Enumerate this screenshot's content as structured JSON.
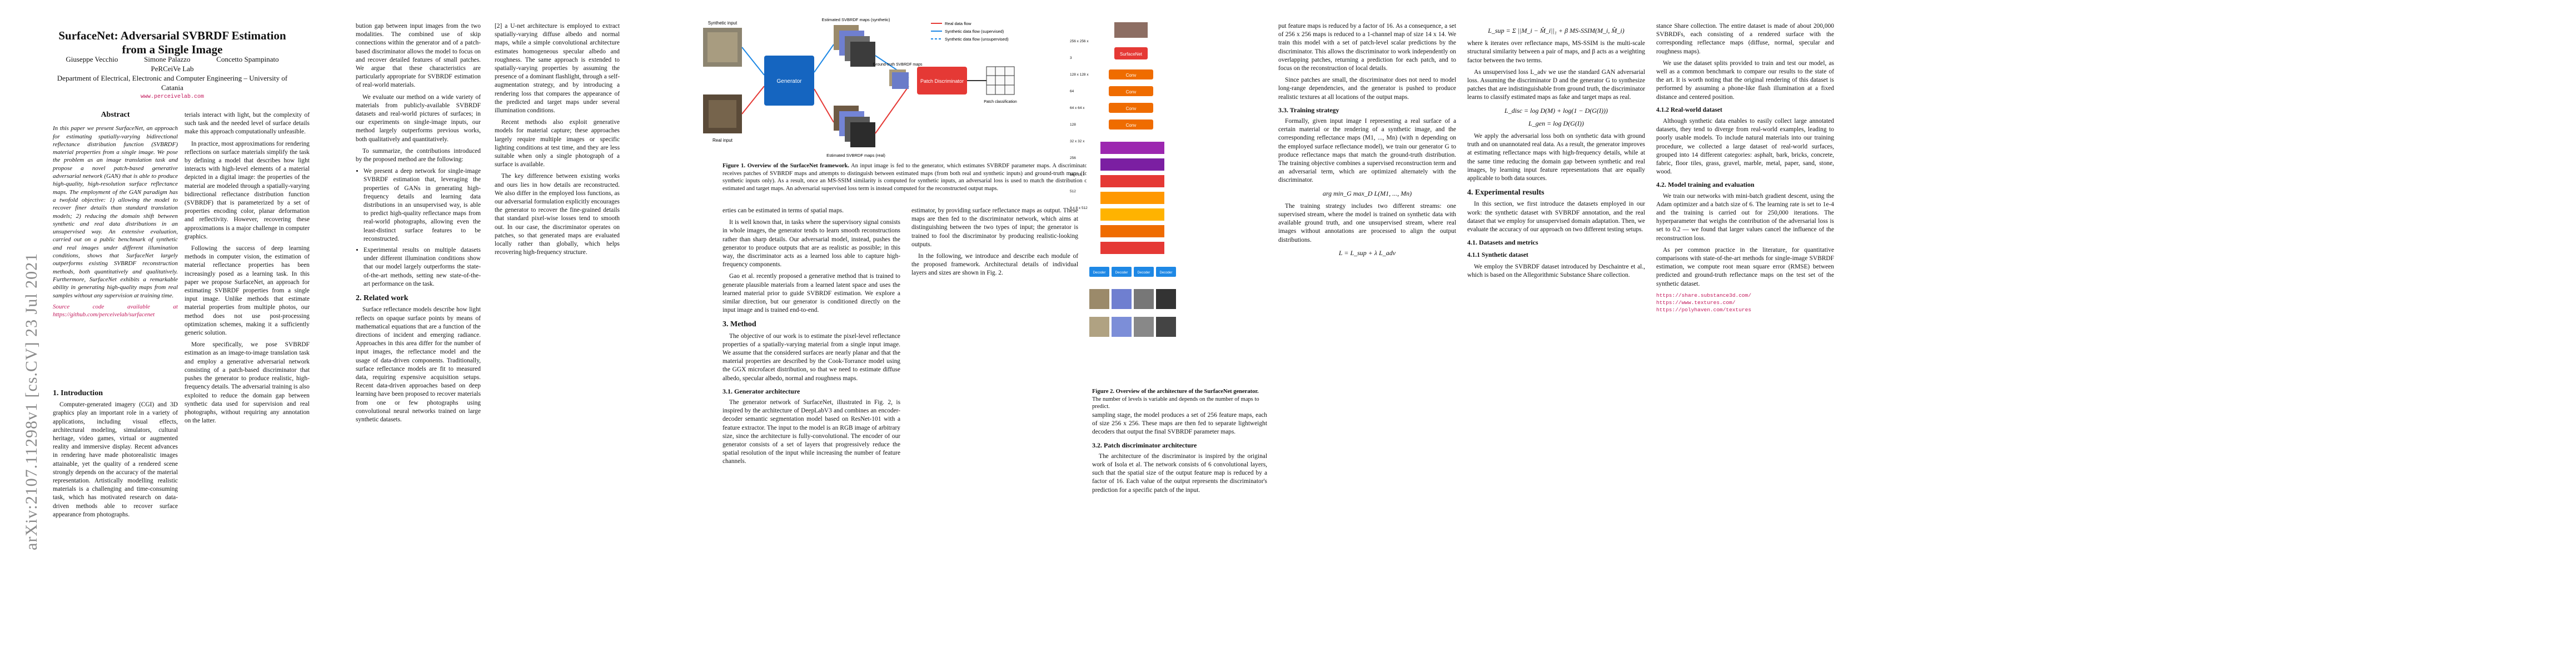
{
  "arxiv": {
    "stamp": "arXiv:2107.11298v1  [cs.CV]  23 Jul 2021"
  },
  "header": {
    "title": "SurfaceNet: Adversarial SVBRDF Estimation from a Single Image",
    "authors": [
      "Giuseppe Vecchio",
      "Simone Palazzo",
      "Concetto Spampinato"
    ],
    "lab": "PeRCeiVe Lab",
    "affiliation": "Department of Electrical, Electronic and Computer Engineering – University of Catania",
    "web": "www.perceivelab.com"
  },
  "abstract": {
    "heading": "Abstract",
    "text": "In this paper we present SurfaceNet, an approach for estimating spatially-varying bidirectional reflectance distribution function (SVBRDF) material properties from a single image. We pose the problem as an image translation task and propose a novel patch-based generative adversarial network (GAN) that is able to produce high-quality, high-resolution surface reflectance maps. The employment of the GAN paradigm has a twofold objective: 1) allowing the model to recover finer details than standard translation models; 2) reducing the domain shift between synthetic and real data distributions in an unsupervised way. An extensive evaluation, carried out on a public benchmark of synthetic and real images under different illumination conditions, shows that SurfaceNet largely outperforms existing SVBRDF reconstruction methods, both quantitatively and qualitatively. Furthermore, SurfaceNet exhibits a remarkable ability in generating high-quality maps from real samples without any supervision at training time.",
    "code": "Source code available at https://github.com/perceivelab/surfacenet"
  },
  "col1": {
    "intro_heading": "1. Introduction",
    "intro": "Computer-generated imagery (CGI) and 3D graphics play an important role in a variety of applications, including visual effects, architectural modeling, simulators, cultural heritage, video games, virtual or augmented reality and immersive display. Recent advances in rendering have made photorealistic images attainable, yet the quality of a rendered scene strongly depends on the accuracy of the material representation. Artistically modelling realistic materials is a challenging and time-consuming task, which has motivated research on data-driven methods able to recover surface appearance from photographs."
  },
  "col2": {
    "p1": "terials interact with light, but the complexity of such task and the needed level of surface details make this approach computationally unfeasible.",
    "p2": "In practice, most approximations for rendering reflections on surface materials simplify the task by defining a model that describes how light interacts with high-level elements of a material depicted in a digital image: the properties of the material are modeled through a spatially-varying bidirectional reflectance distribution function (SVBRDF) that is parameterized by a set of properties encoding color, planar deformation and reflectivity. However, recovering these approximations is a major challenge in computer graphics.",
    "p3": "Following the success of deep learning methods in computer vision, the estimation of material reflectance properties has been increasingly posed as a learning task. In this paper we propose SurfaceNet, an approach for estimating SVBRDF properties from a single input image. Unlike methods that estimate material properties from multiple photos, our method does not use post-processing optimization schemes, making it a sufficiently generic solution.",
    "p4": "More specifically, we pose SVBRDF estimation as an image-to-image translation task and employ a generative adversarial network consisting of a patch-based discriminator that pushes the generator to produce realistic, high-frequency details. The adversarial training is also exploited to reduce the domain gap between synthetic data used for supervision and real photographs, without requiring any annotation on the latter."
  },
  "col3": {
    "p1": "bution gap between input images from the two modalities. The combined use of skip connections within the generator and of a patch-based discriminator allows the model to focus on and recover detailed features of small patches. We argue that these characteristics are particularly appropriate for SVBRDF estimation of real-world materials.",
    "p2": "We evaluate our method on a wide variety of materials from publicly-available SVBRDF datasets and real-world pictures of surfaces; in our experiments on single-image inputs, our method largely outperforms previous works, both qualitatively and quantitatively.",
    "p3": "To summarize, the contributions introduced by the proposed method are the following:",
    "bullets": [
      "We present a deep network for single-image SVBRDF estimation that, leveraging the properties of GANs in generating high-frequency details and learning data distributions in an unsupervised way, is able to predict high-quality reflectance maps from real-world photographs, allowing even the least-distinct surface features to be reconstructed.",
      "Experimental results on multiple datasets under different illumination conditions show that our model largely outperforms the state-of-the-art methods, setting new state-of-the-art performance on the task."
    ],
    "related_heading": "2. Related work",
    "related": "Surface reflectance models describe how light reflects on opaque surface points by means of mathematical equations that are a function of the directions of incident and emerging radiance. Approaches in this area differ for the number of input images, the reflectance model and the usage of data-driven components. Traditionally, surface reflectance models are fit to measured data, requiring expensive acquisition setups. Recent data-driven approaches based on deep learning have been proposed to recover materials from one or few photographs using convolutional neural networks trained on large synthetic datasets."
  },
  "col4": {
    "p1": "[2] a U-net architecture is employed to extract spatially-varying diffuse albedo and normal maps, while a simple convolutional architecture estimates homogeneous specular albedo and roughness. The same approach is extended to spatially-varying properties by assuming the presence of a dominant flashlight, through a self-augmentation strategy, and by introducing a rendering loss that compares the appearance of the predicted and target maps under several illumination conditions.",
    "p2": "Recent methods also exploit generative models for material capture; these approaches largely require multiple images or specific lighting conditions at test time, and they are less suitable when only a single photograph of a surface is available.",
    "p3": "The key difference between existing works and ours lies in how details are reconstructed. We also differ in the employed loss functions, as our adversarial formulation explicitly encourages the generator to recover the fine-grained details that standard pixel-wise losses tend to smooth out. In our case, the discriminator operates on patches, so that generated maps are evaluated locally rather than globally, which helps recovering high-frequency structure."
  },
  "figure1": {
    "caption_lead": "Figure 1. Overview of the SurfaceNet framework.",
    "caption": "An input image is fed to the generator, which estimates SVBRDF parameter maps. A discriminator receives patches of SVBRDF maps and attempts to distinguish between estimated maps (from both real and synthetic inputs) and ground-truth maps (for synthetic inputs only). As a result, once an MS-SSIM similarity is computed for synthetic inputs, an adversarial loss is used to match the distribution of estimated and target maps. An adversarial supervised loss term is instead computed for the reconstructed output maps.",
    "labels": {
      "synthetic": "Synthetic input",
      "real": "Real input",
      "generator": "Generator",
      "estimated_syn": "Estimated SVBRDF maps (synthetic)",
      "estimated_real": "Estimated SVBRDF maps (real)",
      "gt": "Ground-truth SVBRDF maps",
      "discriminator": "Patch Discriminator",
      "output": "Patch classification",
      "legend": [
        "Real data flow",
        "Synthetic data flow (supervised)",
        "Synthetic data flow (unsupervised)"
      ]
    }
  },
  "figure2": {
    "caption_lead": "Figure 2. Overview of the architecture of the SurfaceNet generator.",
    "caption": "The number of levels is variable and depends on the number of maps to predict.",
    "blocks": [
      "SurfaceNet",
      "Conv",
      "Conv",
      "Conv",
      "Conv",
      "Decoder",
      "Decoder",
      "Decoder",
      "Decoder"
    ],
    "dims": [
      "256 x 256 x 3",
      "128 x 128 x 64",
      "64 x 64 x 128",
      "32 x 32 x 256",
      "16 x 16 x 512",
      "8 x 8 x 512"
    ]
  },
  "col5": {
    "p1": "erties can be estimated in terms of spatial maps.",
    "p2": "It is well known that, in tasks where the supervisory signal consists in whole images, the generator tends to learn smooth reconstructions rather than sharp details. Our adversarial model, instead, pushes the generator to produce outputs that are as realistic as possible; in this way, the discriminator acts as a learned loss able to capture high-frequency components.",
    "p3": "Gao et al. recently proposed a generative method that is trained to generate plausible materials from a learned latent space and uses the learned material prior to guide SVBRDF estimation. We explore a similar direction, but our generator is conditioned directly on the input image and is trained end-to-end.",
    "method_heading": "3. Method",
    "method": "The objective of our work is to estimate the pixel-level reflectance properties of a spatially-varying material from a single input image. We assume that the considered surfaces are nearly planar and that the material properties are described by the Cook-Torrance model using the GGX microfacet distribution, so that we need to estimate diffuse albedo, specular albedo, normal and roughness maps.",
    "gen_heading": "3.1. Generator architecture",
    "gen": "The generator network of SurfaceNet, illustrated in Fig. 2, is inspired by the architecture of DeepLabV3 and combines an encoder-decoder semantic segmentation model based on ResNet-101 with a feature extractor. The input to the model is an RGB image of arbitrary size, since the architecture is fully-convolutional. The encoder of our generator consists of a set of layers that progressively reduce the spatial resolution of the input while increasing the number of feature channels."
  },
  "col6": {
    "p1": "estimator, by providing surface reflectance maps as output. These maps are then fed to the discriminator network, which aims at distinguishing between the two types of input; the generator is trained to fool the discriminator by producing realistic-looking outputs.",
    "p2": "In the following, we introduce and describe each module of the proposed framework. Architectural details of individual layers and sizes are shown in Fig. 2.",
    "sampling": "sampling stage, the model produces a set of 256 feature maps, each of size 256 x 256. These maps are then fed to separate lightweight decoders that output the final SVBRDF parameter maps.",
    "disc_heading": "3.2. Patch discriminator architecture",
    "disc": "The architecture of the discriminator is inspired by the original work of Isola et al. The network consists of 6 convolutional layers, such that the spatial size of the output feature map is reduced by a factor of 16. Each value of the output represents the discriminator's prediction for a specific patch of the input."
  },
  "col7": {
    "p1": "put feature maps is reduced by a factor of 16. As a consequence, a set of 256 x 256 maps is reduced to a 1-channel map of size 14 x 14. We train this model with a set of patch-level scalar predictions by the discriminator. This allows the discriminator to work independently on overlapping patches, returning a prediction for each patch, and to focus on the reconstruction of local details.",
    "p2": "Since patches are small, the discriminator does not need to model long-range dependencies, and the generator is pushed to produce realistic textures at all locations of the output maps.",
    "train_heading": "3.3. Training strategy",
    "train": "Formally, given input image I representing a real surface of a certain material or the rendering of a synthetic image, and the corresponding reflectance maps (M1, ..., Mn) (with n depending on the employed surface reflectance model), we train our generator G to produce reflectance maps that match the ground-truth distribution. The training objective combines a supervised reconstruction term and an adversarial term, which are optimized alternately with the discriminator.",
    "eq1": "arg min_G max_D  L(M1, ..., Mn)",
    "p3": "The training strategy includes two different streams: one supervised stream, where the model is trained on synthetic data with available ground truth, and one unsupervised stream, where real images without annotations are processed to align the output distributions.",
    "eq2": "L = L_sup + λ L_adv"
  },
  "col8": {
    "eq3": "L_sup = Σ ||M_i − M̂_i||₁ + β MS-SSIM(M_i, M̂_i)",
    "p1": "where k iterates over reflectance maps, MS-SSIM is the multi-scale structural similarity between a pair of maps, and β acts as a weighting factor between the two terms.",
    "p2": "As unsupervised loss L_adv we use the standard GAN adversarial loss. Assuming the discriminator D and the generator G to synthesize patches that are indistinguishable from ground truth, the discriminator learns to classify estimated maps as fake and target maps as real.",
    "eq4": "L_disc = log D(M) + log(1 − D(G(I)))",
    "eq5": "L_gen = log D(G(I))",
    "p3": "We apply the adversarial loss both on synthetic data with ground truth and on unannotated real data. As a result, the generator improves at estimating reflectance maps with high-frequency details, while at the same time reducing the domain gap between synthetic and real images, by learning input feature representations that are equally applicable to both data sources.",
    "exp_heading": "4. Experimental results",
    "exp": "In this section, we first introduce the datasets employed in our work: the synthetic dataset with SVBRDF annotation, and the real dataset that we employ for unsupervised domain adaptation. Then, we evaluate the accuracy of our approach on two different testing setups.",
    "data_heading": "4.1. Datasets and metrics",
    "syn_heading": "4.1.1 Synthetic dataset",
    "syn": "We employ the SVBRDF dataset introduced by Deschaintre et al., which is based on the Allegorithmic Substance Share collection."
  },
  "col9": {
    "p1": "stance Share collection. The entire dataset is made of about 200,000 SVBRDFs, each consisting of a rendered surface with the corresponding reflectance maps (diffuse, normal, specular and roughness maps).",
    "p2": "We use the dataset splits provided to train and test our model, as well as a common benchmark to compare our results to the state of the art. It is worth noting that the original rendering of this dataset is performed by assuming a phone-like flash illumination at a fixed distance and centered position.",
    "real_heading": "4.1.2 Real-world dataset",
    "real": "Although synthetic data enables to easily collect large annotated datasets, they tend to diverge from real-world examples, leading to poorly usable models. To include natural materials into our training procedure, we collected a large dataset of real-world surfaces, grouped into 14 different categories: asphalt, bark, bricks, concrete, fabric, floor tiles, grass, gravel, marble, metal, paper, sand, stone, wood.",
    "impl_heading": "4.2. Model training and evaluation",
    "impl": "We train our networks with mini-batch gradient descent, using the Adam optimizer and a batch size of 6. The learning rate is set to 1e-4 and the training is carried out for 250,000 iterations. The hyperparameter that weighs the contribution of the adversarial loss is set to 0.2 — we found that larger values cancel the influence of the reconstruction loss.",
    "p3": "As per common practice in the literature, for quantitative comparisons with state-of-the-art methods for single-image SVBRDF estimation, we compute root mean square error (RMSE) between predicted and ground-truth reflectance maps on the test set of the synthetic dataset.",
    "footnotes": [
      "https://share.substance3d.com/",
      "https://www.textures.com/",
      "https://polyhaven.com/textures"
    ]
  }
}
